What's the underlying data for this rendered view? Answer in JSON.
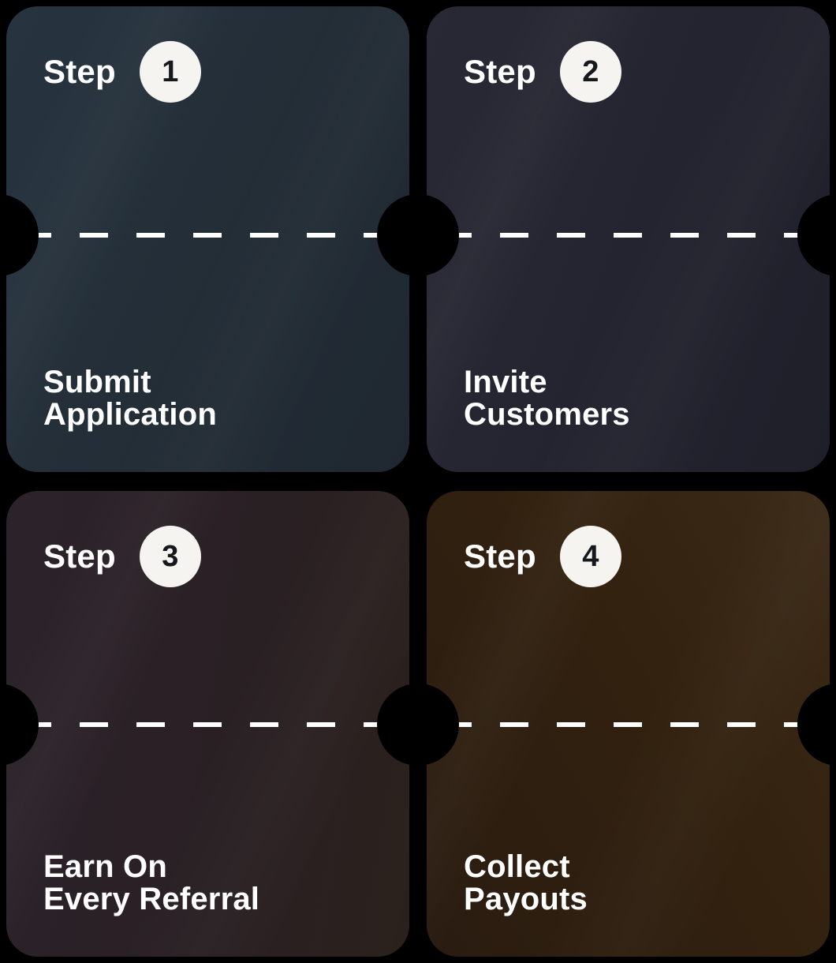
{
  "page": {
    "background": "#000000"
  },
  "style": {
    "text_color": "#ffffff",
    "dash_color": "#ffffff",
    "badge_bg": "#f6f4f1",
    "badge_text": "#15181c"
  },
  "cards": [
    {
      "step_label": "Step",
      "step_number": "1",
      "title_lines": [
        "Submit",
        "Application"
      ],
      "bg_angle": "115deg",
      "bg_from": "#273440",
      "bg_mid": "#232d36",
      "bg_to": "#1f2831"
    },
    {
      "step_label": "Step",
      "step_number": "2",
      "title_lines": [
        "Invite",
        "Customers"
      ],
      "bg_angle": "110deg",
      "bg_from": "#292935",
      "bg_mid": "#242430",
      "bg_to": "#1e1f29"
    },
    {
      "step_label": "Step",
      "step_number": "3",
      "title_lines": [
        "Earn On",
        "Every Referral"
      ],
      "bg_angle": "100deg",
      "bg_from": "#2c222b",
      "bg_mid": "#292024",
      "bg_to": "#2b211c"
    },
    {
      "step_label": "Step",
      "step_number": "4",
      "title_lines": [
        "Collect",
        "Payouts"
      ],
      "bg_angle": "60deg",
      "bg_from": "#2a1c11",
      "bg_mid": "#32210f",
      "bg_to": "#3b2a18"
    }
  ]
}
